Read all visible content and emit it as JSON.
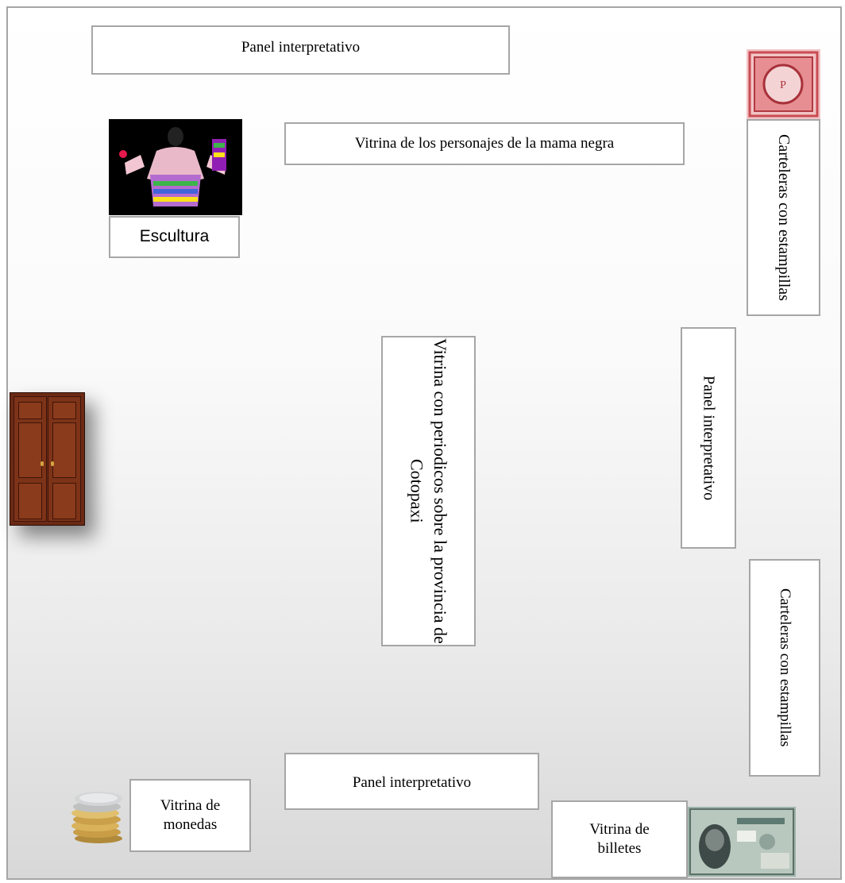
{
  "labels": {
    "panel_top": "Panel interpretativo",
    "vitrina_mama_negra": "Vitrina de los personajes de la mama negra",
    "escultura": "Escultura",
    "carteleras_top": "Carteleras con estampillas",
    "vitrina_periodicos": "Vitrina con periodicos sobre la provincia de Cotopaxi",
    "panel_right": "Panel interpretativo",
    "carteleras_bottom": "Carteleras con estampillas",
    "panel_bottom": "Panel interpretativo",
    "vitrina_monedas": "Vitrina de monedas",
    "vitrina_billetes": "Vitrina de billetes"
  },
  "icons": [
    "mama-negra-costume-photo",
    "stamp-image",
    "door-image",
    "coins-image",
    "banknote-image"
  ],
  "colors": {
    "border": "#a6a6a6",
    "stamp": "#d9646a",
    "door": "#6b2a14"
  }
}
